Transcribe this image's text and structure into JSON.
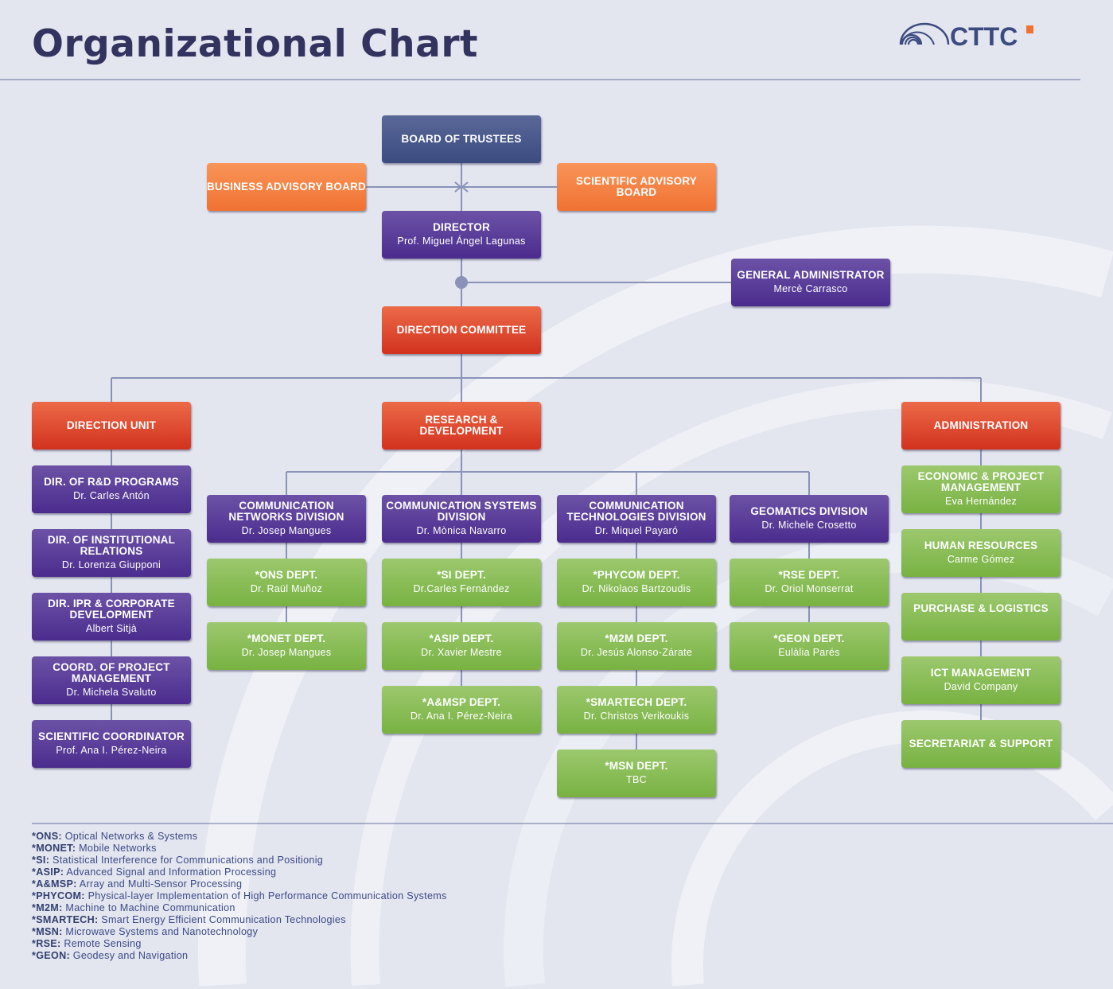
{
  "header": {
    "title": "Organizational Chart",
    "logo_text": "CTTC"
  },
  "colors": {
    "navy": "#3b4b80",
    "purple": "#4b2c8e",
    "orange": "#f07232",
    "red": "#d2321e",
    "green": "#78b242",
    "line": "#8a92b8"
  },
  "boxes": [
    {
      "id": "board-of-trustees",
      "color": "navy",
      "title": "BOARD OF TRUSTEES",
      "sub": ""
    },
    {
      "id": "business-advisory-board",
      "color": "orange",
      "title": "BUSINESS ADVISORY BOARD",
      "sub": ""
    },
    {
      "id": "scientific-advisory-board",
      "color": "orange",
      "title": "SCIENTIFIC ADVISORY BOARD",
      "sub": ""
    },
    {
      "id": "director",
      "color": "purple",
      "title": "DIRECTOR",
      "sub": "Prof. Miguel Ángel Lagunas"
    },
    {
      "id": "general-administrator",
      "color": "purple",
      "title": "GENERAL ADMINISTRATOR",
      "sub": "Mercè Carrasco"
    },
    {
      "id": "direction-committee",
      "color": "red",
      "title": "DIRECTION COMMITTEE",
      "sub": ""
    },
    {
      "id": "direction-unit",
      "color": "red",
      "title": "DIRECTION UNIT",
      "sub": ""
    },
    {
      "id": "research-development",
      "color": "red",
      "title": "RESEARCH & DEVELOPMENT",
      "sub": ""
    },
    {
      "id": "administration",
      "color": "red",
      "title": "ADMINISTRATION",
      "sub": ""
    },
    {
      "id": "dir-rd-programs",
      "color": "purple",
      "title": "DIR. OF R&D PROGRAMS",
      "sub": "Dr. Carles Antón"
    },
    {
      "id": "dir-institutional-relations",
      "color": "purple",
      "title": "DIR. OF INSTITUTIONAL RELATIONS",
      "sub": "Dr. Lorenza Giupponi"
    },
    {
      "id": "dir-ipr-corporate",
      "color": "purple",
      "title": "DIR.  IPR & CORPORATE DEVELOPMENT",
      "sub": "Albert Sitjà"
    },
    {
      "id": "coord-project-management",
      "color": "purple",
      "title": "COORD. OF PROJECT MANAGEMENT",
      "sub": "Dr. Michela Svaluto"
    },
    {
      "id": "scientific-coordinator",
      "color": "purple",
      "title": "SCIENTIFIC COORDINATOR",
      "sub": "Prof. Ana I. Pérez-Neira"
    },
    {
      "id": "comm-networks-division",
      "color": "purple",
      "title": "COMMUNICATION NETWORKS DIVISION",
      "sub": "Dr. Josep Mangues"
    },
    {
      "id": "comm-systems-division",
      "color": "purple",
      "title": "COMMUNICATION SYSTEMS DIVISION",
      "sub": "Dr. Mònica Navarro"
    },
    {
      "id": "comm-technologies-division",
      "color": "purple",
      "title": "COMMUNICATION TECHNOLOGIES DIVISION",
      "sub": "Dr. Miquel Payaró"
    },
    {
      "id": "geomatics-division",
      "color": "purple",
      "title": "GEOMATICS DIVISION",
      "sub": "Dr. Michele Crosetto"
    },
    {
      "id": "ons-dept",
      "color": "green",
      "title": "*ONS DEPT.",
      "sub": "Dr. Raül Muñoz"
    },
    {
      "id": "monet-dept",
      "color": "green",
      "title": "*MONET DEPT.",
      "sub": "Dr. Josep Mangues"
    },
    {
      "id": "si-dept",
      "color": "green",
      "title": "*SI DEPT.",
      "sub": "Dr.Carles Fernández"
    },
    {
      "id": "asip-dept",
      "color": "green",
      "title": "*ASIP DEPT.",
      "sub": "Dr. Xavier Mestre"
    },
    {
      "id": "amsp-dept",
      "color": "green",
      "title": "*A&MSP DEPT.",
      "sub": "Dr. Ana I. Pérez-Neira"
    },
    {
      "id": "phycom-dept",
      "color": "green",
      "title": "*PHYCOM DEPT.",
      "sub": "Dr. Nikolaos Bartzoudis"
    },
    {
      "id": "m2m-dept",
      "color": "green",
      "title": "*M2M DEPT.",
      "sub": "Dr. Jesús Alonso-Zárate"
    },
    {
      "id": "smartech-dept",
      "color": "green",
      "title": "*SMARTECH DEPT.",
      "sub": "Dr. Christos Verikoukis"
    },
    {
      "id": "msn-dept",
      "color": "green",
      "title": "*MSN DEPT.",
      "sub": "TBC"
    },
    {
      "id": "rse-dept",
      "color": "green",
      "title": "*RSE DEPT.",
      "sub": "Dr. Oriol Monserrat"
    },
    {
      "id": "geon-dept",
      "color": "green",
      "title": "*GEON DEPT.",
      "sub": "Eulàlia Parés"
    },
    {
      "id": "economic-project-management",
      "color": "green",
      "title": "ECONOMIC & PROJECT MANAGEMENT",
      "sub": "Eva Hernández"
    },
    {
      "id": "human-resources",
      "color": "green",
      "title": "HUMAN RESOURCES",
      "sub": "Carme Gómez"
    },
    {
      "id": "purchase-logistics",
      "color": "green",
      "title": "PURCHASE & LOGISTICS",
      "sub": ""
    },
    {
      "id": "ict-management",
      "color": "green",
      "title": "ICT MANAGEMENT",
      "sub": "David Company"
    },
    {
      "id": "secretariat-support",
      "color": "green",
      "title": "SECRETARIAT & SUPPORT",
      "sub": ""
    }
  ],
  "legend": [
    {
      "abbr": "*ONS:",
      "text": "Optical Networks & Systems"
    },
    {
      "abbr": "*MONET:",
      "text": "Mobile Networks"
    },
    {
      "abbr": "*SI:",
      "text": "Statistical Interference for Communications and Positionig"
    },
    {
      "abbr": "*ASIP:",
      "text": "Advanced Signal and Information Processing"
    },
    {
      "abbr": "*A&MSP:",
      "text": "Array and Multi-Sensor Processing"
    },
    {
      "abbr": "*PHYCOM:",
      "text": "Physical-layer Implementation of High Performance Communication Systems"
    },
    {
      "abbr": "*M2M:",
      "text": "Machine to Machine Communication"
    },
    {
      "abbr": "*SMARTECH:",
      "text": "Smart Energy Efficient Communication Technologies"
    },
    {
      "abbr": "*MSN:",
      "text": "Microwave Systems and Nanotechnology"
    },
    {
      "abbr": "*RSE:",
      "text": "Remote Sensing"
    },
    {
      "abbr": "*GEON:",
      "text": "Geodesy and Navigation"
    }
  ]
}
